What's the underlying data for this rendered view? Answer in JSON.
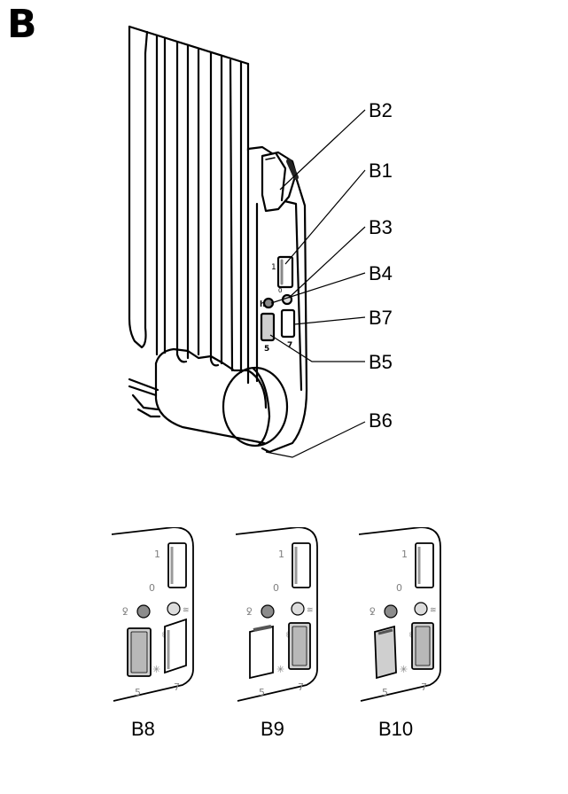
{
  "section_letter": "B",
  "callouts": {
    "b2": "B2",
    "b1": "B1",
    "b3": "B3",
    "b4": "B4",
    "b7": "B7",
    "b5": "B5",
    "b6": "B6"
  },
  "panel_captions": [
    "B8",
    "B9",
    "B10"
  ],
  "switch_marks": {
    "on": "1",
    "off": "0",
    "low": "5",
    "high": "7"
  },
  "colors": {
    "line": "#000000",
    "lamp_dark": "#8c8c8c",
    "lamp_light": "#dcdcdc",
    "switch_face": "#ffffff",
    "switch_shade": "#cfcfcf",
    "mark_text": "#808080"
  },
  "icons": [
    "thermometer-icon",
    "moon-icon",
    "sun-icon",
    "frost-icon",
    "heat-waves-icon"
  ]
}
